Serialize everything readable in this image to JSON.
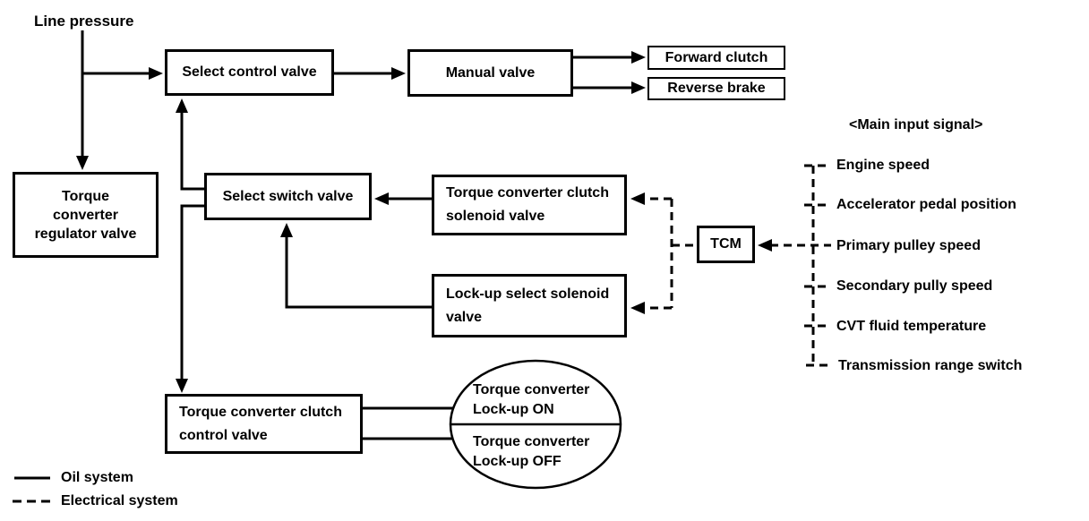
{
  "labels": {
    "line_pressure": "Line pressure"
  },
  "boxes": {
    "select_control_valve": {
      "label": "Select control valve"
    },
    "manual_valve": {
      "label": "Manual valve"
    },
    "forward_clutch": {
      "label": "Forward clutch"
    },
    "reverse_brake": {
      "label": "Reverse brake"
    },
    "torque_converter_regulator_valve": {
      "lines": [
        "Torque",
        "converter",
        "regulator valve"
      ]
    },
    "select_switch_valve": {
      "label": "Select switch valve"
    },
    "torque_converter_clutch_solenoid_valve": {
      "lines": [
        "Torque converter clutch",
        "solenoid valve"
      ]
    },
    "lock_up_select_solenoid_valve": {
      "lines": [
        "Lock-up select solenoid",
        "valve"
      ]
    },
    "tcm": {
      "label": "TCM"
    },
    "torque_converter_clutch_control_valve": {
      "lines": [
        "Torque converter clutch",
        "control valve"
      ]
    }
  },
  "lock_up_state_ellipse": {
    "on": {
      "lines": [
        "Torque converter",
        "Lock-up ON"
      ]
    },
    "off": {
      "lines": [
        "Torque converter",
        "Lock-up OFF"
      ]
    }
  },
  "main_input_signal": {
    "title": "<Main input signal>",
    "items": [
      "Engine speed",
      "Accelerator pedal position",
      "Primary pulley speed",
      "Secondary pully speed",
      "CVT fluid temperature",
      "Transmission range switch"
    ]
  },
  "legend": {
    "oil": "Oil system",
    "electrical": "Electrical system"
  },
  "colors": {
    "line": "#000000",
    "background": "#ffffff",
    "text": "#000000"
  }
}
